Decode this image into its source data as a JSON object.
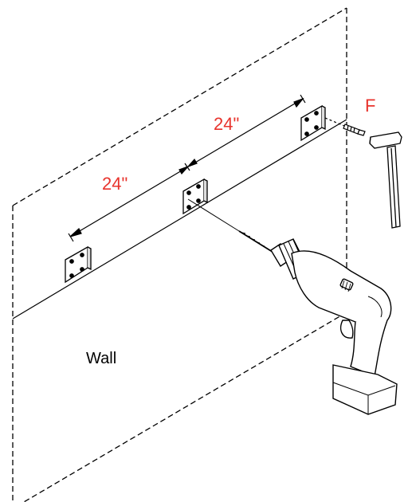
{
  "labels": {
    "dim_left": "24\"",
    "dim_right": "24\"",
    "part_letter": "F",
    "wall": "Wall"
  },
  "colors": {
    "dimension_text": "#e8332c",
    "line": "#000000",
    "background": "#ffffff"
  },
  "icons": [
    "wall-bracket-icon",
    "anchor-screw-icon",
    "hammer-icon",
    "cordless-drill-icon"
  ]
}
